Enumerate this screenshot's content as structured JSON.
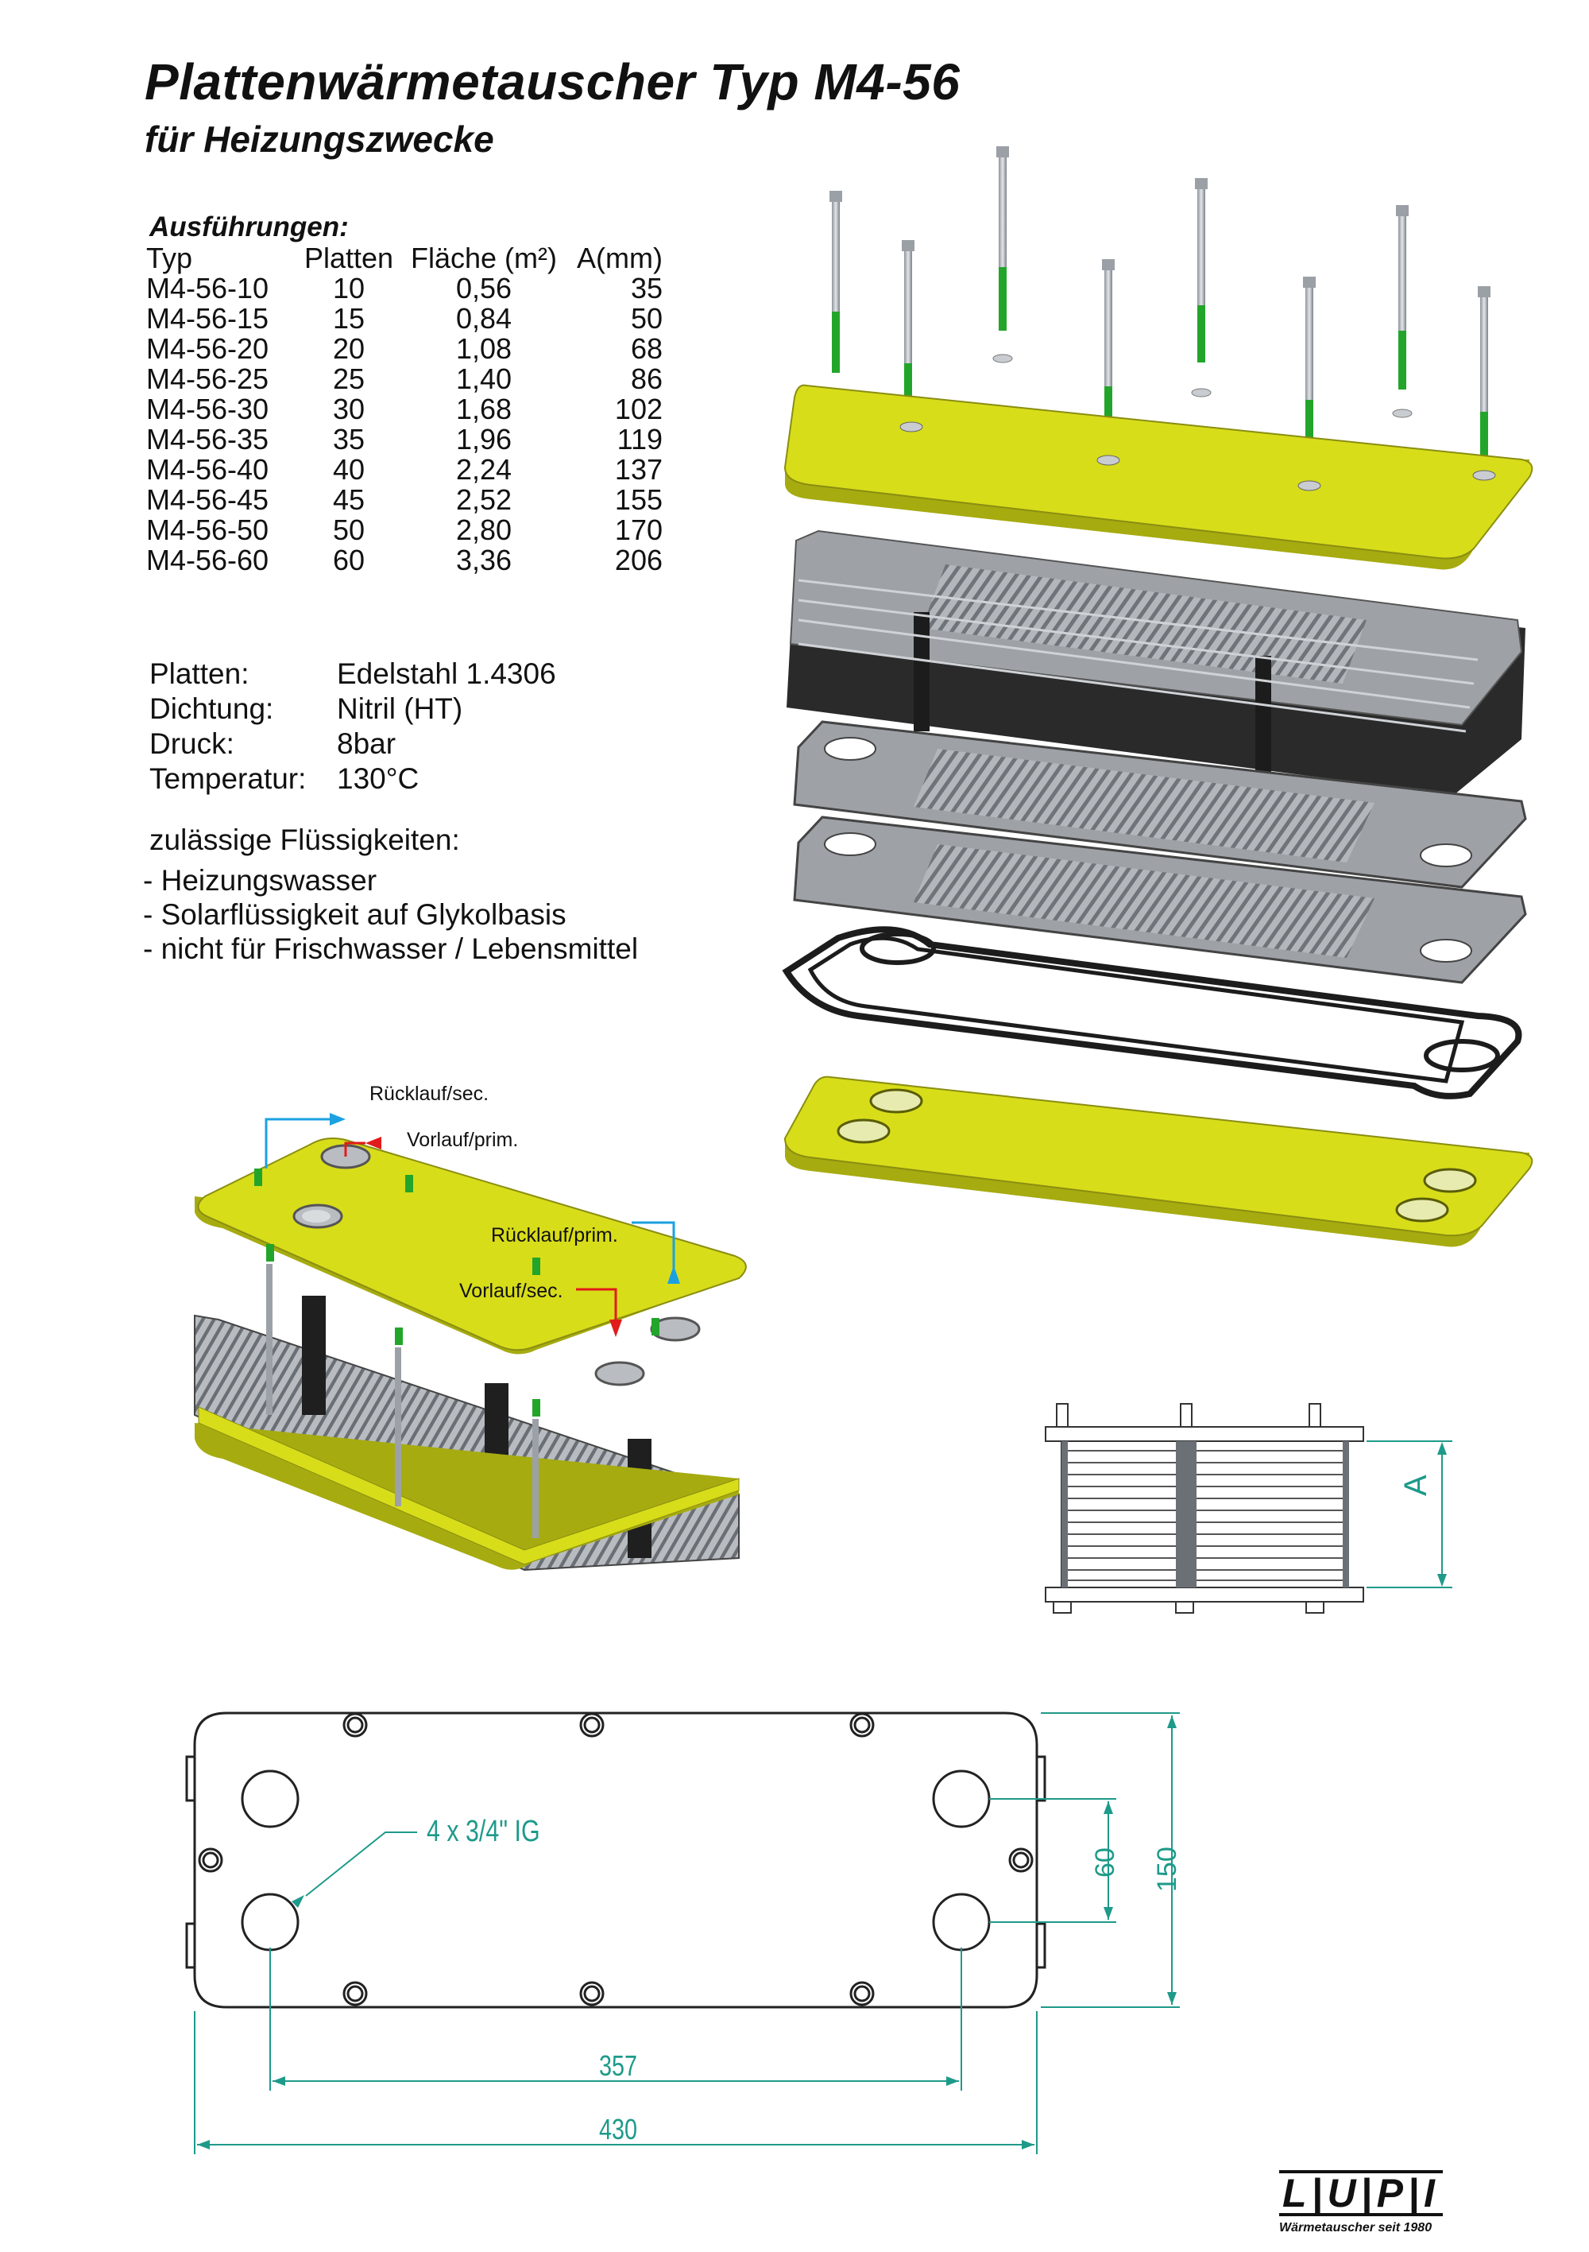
{
  "title": "Plattenwärmetauscher Typ M4-56",
  "subtitle": "für Heizungszwecke",
  "variants": {
    "heading": "Ausführungen:",
    "headers": [
      "Typ",
      "Platten",
      "Fläche (m²)",
      "A(mm)"
    ],
    "rows": [
      [
        "M4-56-10",
        "10",
        "0,56",
        "35"
      ],
      [
        "M4-56-15",
        "15",
        "0,84",
        "50"
      ],
      [
        "M4-56-20",
        "20",
        "1,08",
        "68"
      ],
      [
        "M4-56-25",
        "25",
        "1,40",
        "86"
      ],
      [
        "M4-56-30",
        "30",
        "1,68",
        "102"
      ],
      [
        "M4-56-35",
        "35",
        "1,96",
        "119"
      ],
      [
        "M4-56-40",
        "40",
        "2,24",
        "137"
      ],
      [
        "M4-56-45",
        "45",
        "2,52",
        "155"
      ],
      [
        "M4-56-50",
        "50",
        "2,80",
        "170"
      ],
      [
        "M4-56-60",
        "60",
        "3,36",
        "206"
      ]
    ]
  },
  "specs": [
    {
      "label": "Platten:",
      "value": "Edelstahl 1.4306"
    },
    {
      "label": "Dichtung:",
      "value": "Nitril (HT)"
    },
    {
      "label": "Druck:",
      "value": "8bar"
    },
    {
      "label": "Temperatur:",
      "value": "130°C"
    }
  ],
  "fluids": {
    "heading": "zulässige Flüssigkeiten:",
    "items": [
      "- Heizungswasser",
      "- Solarflüssigkeit auf Glykolbasis",
      "- nicht für Frischwasser / Lebensmittel"
    ]
  },
  "flow_labels": {
    "return_sec": "Rücklauf/sec.",
    "supply_prim": "Vorlauf/prim.",
    "return_prim": "Rücklauf/prim.",
    "supply_sec": "Vorlauf/sec."
  },
  "side_view": {
    "dimension_label": "A"
  },
  "drawing": {
    "port_label": "4 x 3/4\" IG",
    "dim_port_spacing": "60",
    "dim_height": "150",
    "dim_port_distance": "357",
    "dim_length": "430"
  },
  "logo": {
    "mark": "L|U|P|I",
    "tagline": "Wärmetauscher seit 1980"
  },
  "colors": {
    "plate_yellow": "#d8dd1a",
    "steel": "#a9adb3",
    "gasket": "#1c1c1c",
    "dimension": "#1e9a8a",
    "arrow_blue": "#1ba1e2",
    "arrow_red": "#e11b1b",
    "bolt_green": "#22a52a"
  }
}
